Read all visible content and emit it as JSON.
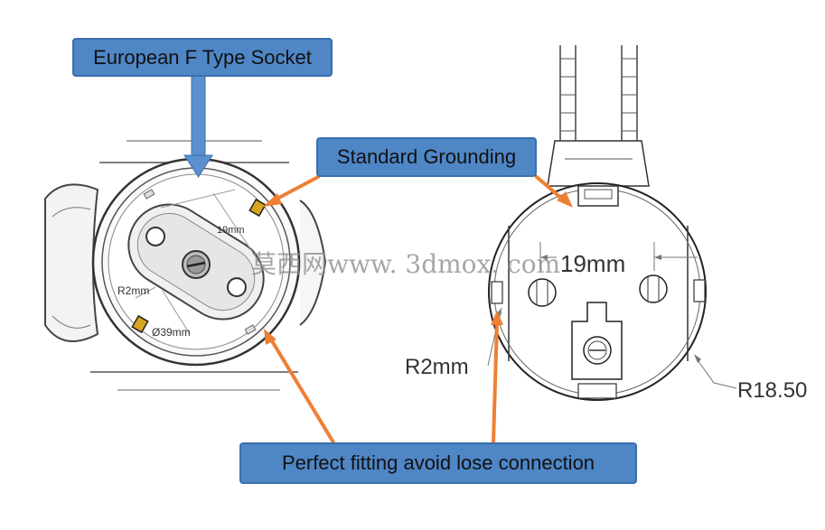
{
  "callouts": {
    "socket": "European F Type Socket",
    "grounding": "Standard Grounding",
    "fitting": "Perfect fitting avoid lose connection"
  },
  "left_dims": {
    "width": "19mm",
    "radius": "R2mm",
    "diameter": "Ø39mm"
  },
  "right_dims": {
    "width": "19mm",
    "radius": "R2mm",
    "outer_radius": "R18.50"
  },
  "watermark": "莫西网www. 3dmox. com",
  "colors": {
    "callout_fill": "#4f86c6",
    "callout_border": "#3a6fae",
    "arrow_blue": "#5b8fcf",
    "arrow_orange": "#ef7f33",
    "ground_clip": "#d8a51e"
  }
}
